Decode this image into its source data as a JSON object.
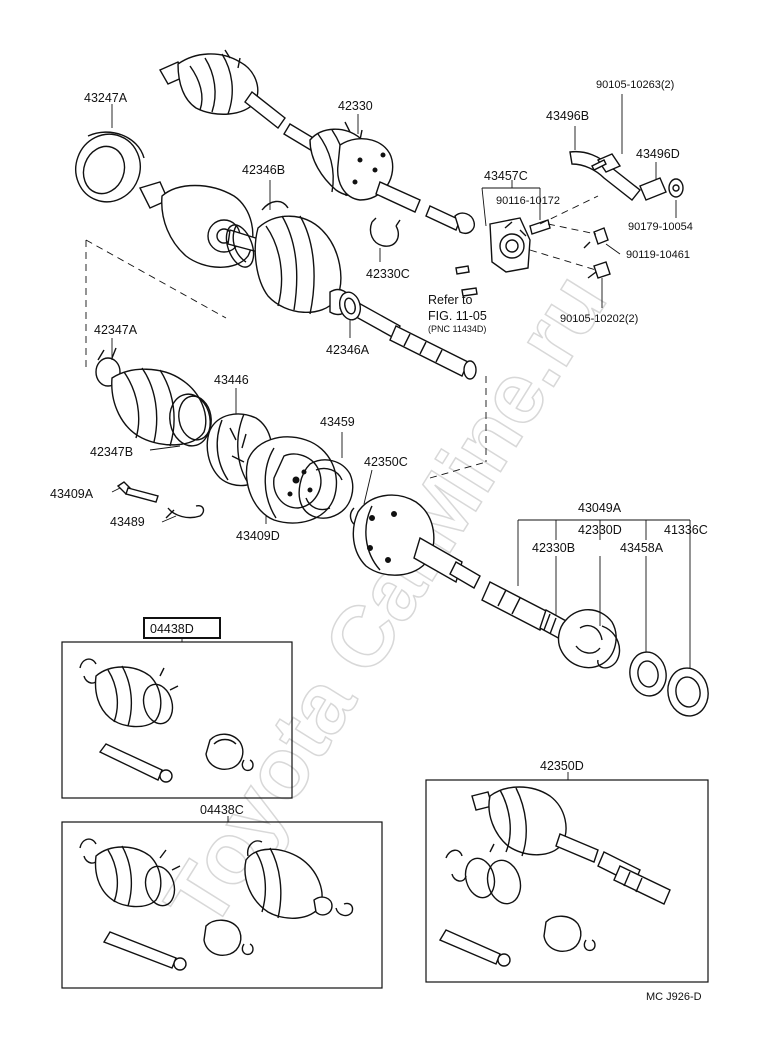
{
  "watermark": "Toyota CarMine.ru",
  "labels": {
    "p43247A": "43247A",
    "p42330": "42330",
    "p42346B": "42346B",
    "p43496B": "43496B",
    "p90105_10263": "90105-10263(2)",
    "p43496D": "43496D",
    "p43457C": "43457C",
    "p90116_10172": "90116-10172",
    "p90179_10054": "90179-10054",
    "p90119_10461": "90119-10461",
    "p42330C": "42330C",
    "p90105_10202": "90105-10202(2)",
    "p42346A": "42346A",
    "p42347A": "42347A",
    "p43446": "43446",
    "p43459": "43459",
    "p42347B": "42347B",
    "p42350C": "42350C",
    "p43409A": "43409A",
    "p43489": "43489",
    "p43409D": "43409D",
    "p43049A": "43049A",
    "p42330D": "42330D",
    "p41336C": "41336C",
    "p42330B": "42330B",
    "p43458A": "43458A",
    "p42350D": "42350D",
    "p04438C": "04438C",
    "p04438D": "04438D"
  },
  "refer": {
    "line1": "Refer to",
    "line2": "FIG. 11-05",
    "line3": "(PNC 11434D)"
  },
  "footer": "MC  J926-D"
}
